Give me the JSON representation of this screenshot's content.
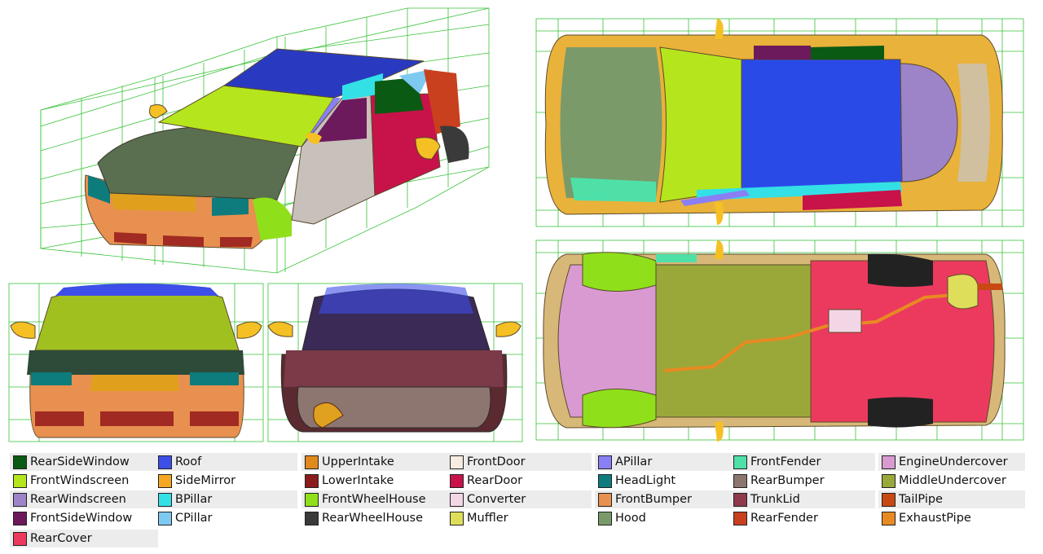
{
  "legend": {
    "items": [
      {
        "label": "RearSideWindow",
        "color": "#0b5a13"
      },
      {
        "label": "FrontWindscreen",
        "color": "#b5e61d"
      },
      {
        "label": "RearWindscreen",
        "color": "#9d84c8"
      },
      {
        "label": "FrontSideWindow",
        "color": "#6c1a5c"
      },
      {
        "label": "RearCover",
        "color": "#ec3a5e"
      },
      {
        "label": "Roof",
        "color": "#3e4ee8"
      },
      {
        "label": "SideMirror",
        "color": "#f5a623"
      },
      {
        "label": "BPillar",
        "color": "#33e0e6"
      },
      {
        "label": "CPillar",
        "color": "#7ec9f0"
      },
      {
        "label": "UpperIntake",
        "color": "#e08a1e"
      },
      {
        "label": "LowerIntake",
        "color": "#8a1c1c"
      },
      {
        "label": "FrontWheelHouse",
        "color": "#8fe01a"
      },
      {
        "label": "RearWheelHouse",
        "color": "#3a3a3a"
      },
      {
        "label": "FrontDoor",
        "color": "#f7ece2"
      },
      {
        "label": "RearDoor",
        "color": "#c8124a"
      },
      {
        "label": "Converter",
        "color": "#f3d6e6"
      },
      {
        "label": "Muffler",
        "color": "#dede5a"
      },
      {
        "label": "APillar",
        "color": "#8a7ff5"
      },
      {
        "label": "HeadLight",
        "color": "#0e7c7c"
      },
      {
        "label": "FrontBumper",
        "color": "#e8904f"
      },
      {
        "label": "Hood",
        "color": "#7a9a6a"
      },
      {
        "label": "FrontFender",
        "color": "#4fe0a8"
      },
      {
        "label": "RearBumper",
        "color": "#8e7670"
      },
      {
        "label": "TrunkLid",
        "color": "#8e3a4c"
      },
      {
        "label": "RearFender",
        "color": "#c8401e"
      },
      {
        "label": "EngineUndercover",
        "color": "#d89ad0"
      },
      {
        "label": "MiddleUndercover",
        "color": "#9aa83a"
      },
      {
        "label": "TailPipe",
        "color": "#c84a12"
      },
      {
        "label": "ExhaustPipe",
        "color": "#e88a22"
      }
    ]
  },
  "colors": {
    "mesh_grid": "#39c339",
    "outline": "#5a4a2a",
    "tire": "#222222"
  }
}
